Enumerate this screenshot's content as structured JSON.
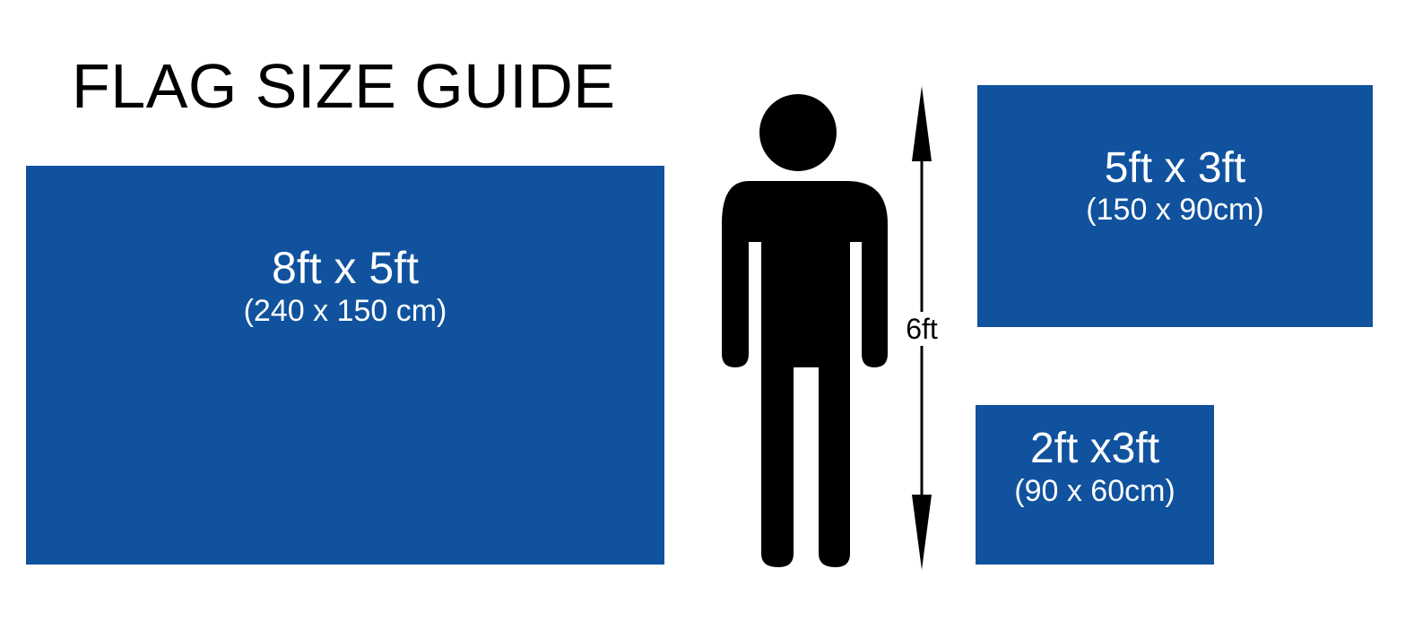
{
  "title": "FLAG SIZE GUIDE",
  "colors": {
    "flag_blue": "#10529e",
    "figure": "#000000",
    "text_on_flag": "#ffffff",
    "background": "#ffffff"
  },
  "flags": {
    "large": {
      "size": "8ft x 5ft",
      "metric": "(240 x 150 cm)"
    },
    "medium": {
      "size": "5ft x 3ft",
      "metric": "(150 x 90cm)"
    },
    "small": {
      "size": "2ft x3ft",
      "metric": "(90 x 60cm)"
    }
  },
  "person": {
    "icon": "person-icon",
    "height_label": "6ft"
  }
}
